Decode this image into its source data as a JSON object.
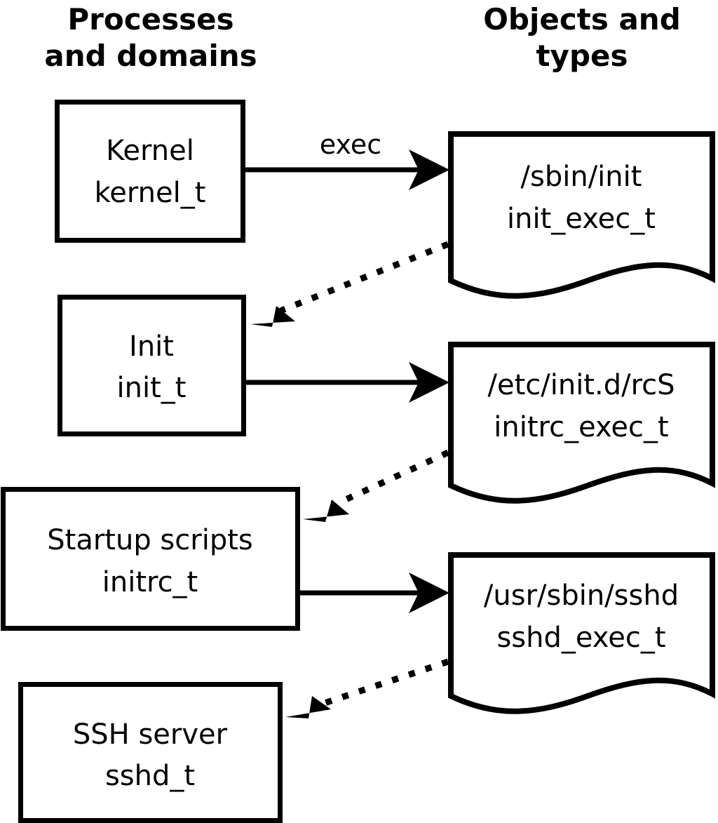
{
  "diagram": {
    "title_semantics": "SELinux process domains and object types transition diagram",
    "background_color": "#ffffff",
    "line_color": "#000000",
    "columns": [
      {
        "id": "processes",
        "heading_line1": "Processes",
        "heading_line2": "and domains"
      },
      {
        "id": "objects",
        "heading_line1": "Objects and",
        "heading_line2": "types"
      }
    ],
    "process_nodes": [
      {
        "id": "kernel",
        "line1": "Kernel",
        "line2": "kernel_t"
      },
      {
        "id": "init",
        "line1": "Init",
        "line2": "init_t"
      },
      {
        "id": "initrc",
        "line1": "Startup scripts",
        "line2": "initrc_t"
      },
      {
        "id": "sshd",
        "line1": "SSH server",
        "line2": "sshd_t"
      }
    ],
    "object_nodes": [
      {
        "id": "init_exec",
        "line1": "/sbin/init",
        "line2": "init_exec_t"
      },
      {
        "id": "initrc_exec",
        "line1": "/etc/init.d/rcS",
        "line2": "initrc_exec_t"
      },
      {
        "id": "sshd_exec",
        "line1": "/usr/sbin/sshd",
        "line2": "sshd_exec_t"
      }
    ],
    "edges": [
      {
        "id": "kernel-exec-init_exec",
        "from": "kernel",
        "to": "init_exec",
        "style": "solid",
        "label": "exec"
      },
      {
        "id": "init_exec-transition-init",
        "from": "init_exec",
        "to": "init",
        "style": "dotted",
        "label": ""
      },
      {
        "id": "init-exec-initrc_exec",
        "from": "init",
        "to": "initrc_exec",
        "style": "solid",
        "label": ""
      },
      {
        "id": "initrc_exec-transition-initrc",
        "from": "initrc_exec",
        "to": "initrc",
        "style": "dotted",
        "label": ""
      },
      {
        "id": "initrc-exec-sshd_exec",
        "from": "initrc",
        "to": "sshd_exec",
        "style": "solid",
        "label": ""
      },
      {
        "id": "sshd_exec-transition-sshd",
        "from": "sshd_exec",
        "to": "sshd",
        "style": "dotted",
        "label": ""
      }
    ]
  }
}
